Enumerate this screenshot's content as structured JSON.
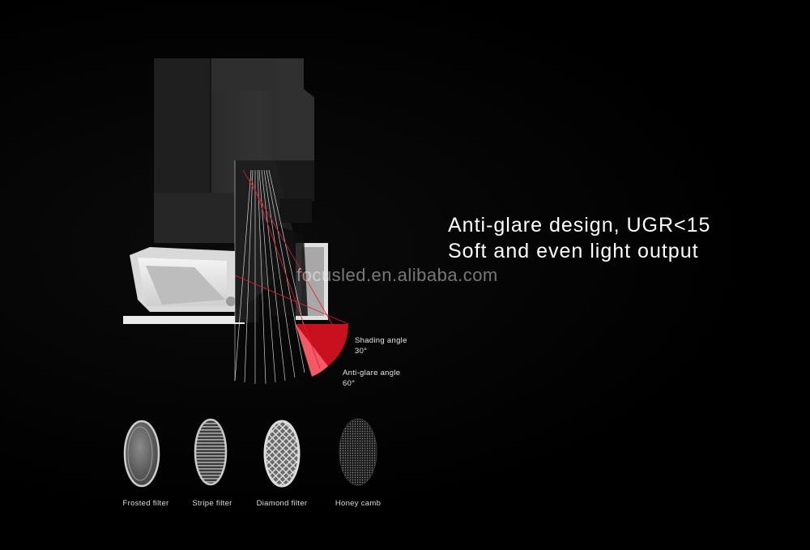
{
  "headline": {
    "line1": "Anti-glare design, UGR<15",
    "line2": "Soft and even light output"
  },
  "watermark": "focusled.en.alibaba.com",
  "angles": {
    "shading_label": "Shading angle",
    "shading_value": "30°",
    "antiglare_label": "Anti-glare angle",
    "antiglare_value": "60°"
  },
  "filters": [
    {
      "label": "Frosted filter",
      "icon": "frosted-filter-icon"
    },
    {
      "label": "Stripe filter",
      "icon": "stripe-filter-icon"
    },
    {
      "label": "Diamond filter",
      "icon": "diamond-filter-icon"
    },
    {
      "label": "Honey camb",
      "icon": "honeycomb-filter-icon"
    }
  ],
  "colors": {
    "background": "#000000",
    "housing": "#2b2b2b",
    "trim": "#e8e8e8",
    "accent_red": "#e8192c",
    "text": "#ffffff"
  }
}
